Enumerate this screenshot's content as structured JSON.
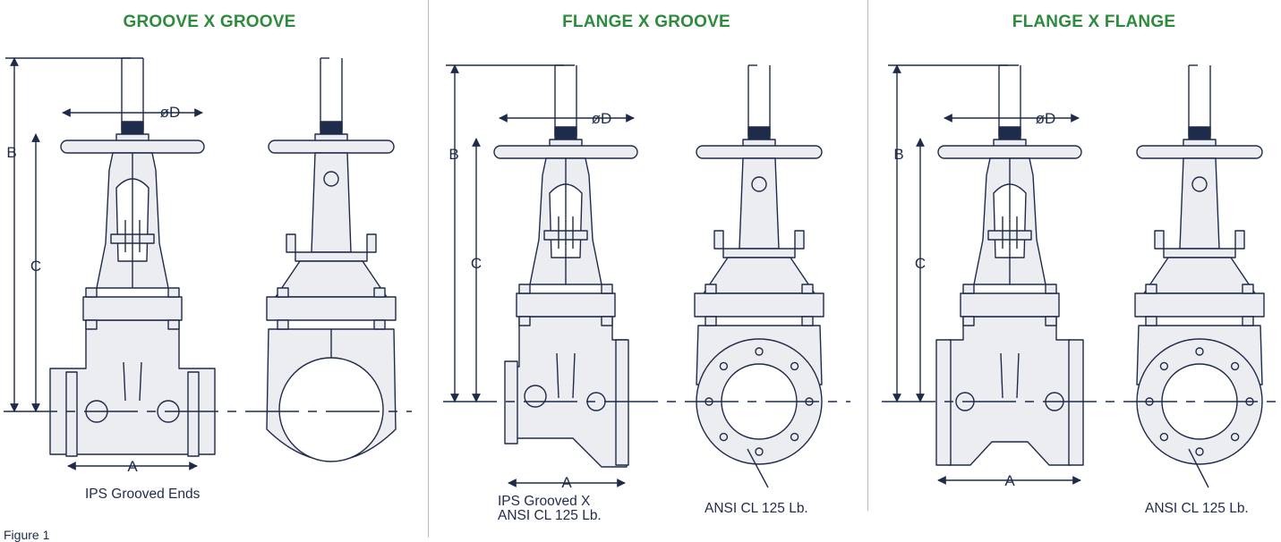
{
  "panels": [
    {
      "title": "GROOVE X GROOVE",
      "captions": [
        "IPS Grooved Ends"
      ]
    },
    {
      "title": "FLANGE X GROOVE",
      "captions": [
        "IPS Grooved X\nANSI CL 125 Lb.",
        "ANSI CL 125 Lb."
      ]
    },
    {
      "title": "FLANGE X FLANGE",
      "captions": [
        "ANSI CL 125 Lb."
      ]
    }
  ],
  "dimension_labels": {
    "a": "A",
    "b": "B",
    "c": "C",
    "d": "øD"
  },
  "figure_label": "Figure 1",
  "colors": {
    "title_green": "#2e8b3e",
    "outline_navy": "#1f2b4a",
    "body_fill": "#ecedf1",
    "divider": "#b9b9b9"
  }
}
